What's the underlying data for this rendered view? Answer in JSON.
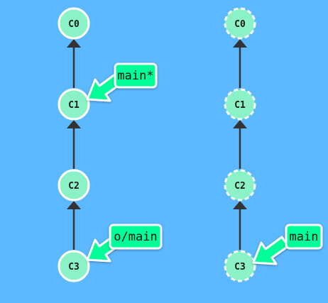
{
  "colors": {
    "background": "#5cb8ff",
    "node_fill": "#8af2c6",
    "node_stroke": "#ffffff",
    "edge": "#333333",
    "ref_fill": "#00ff99",
    "ref_stroke": "#ffffff"
  },
  "local_repo": {
    "commits": [
      {
        "id": "C0"
      },
      {
        "id": "C1"
      },
      {
        "id": "C2"
      },
      {
        "id": "C3"
      }
    ],
    "edges": [
      {
        "from": "C1",
        "to": "C0"
      },
      {
        "from": "C2",
        "to": "C1"
      },
      {
        "from": "C3",
        "to": "C2"
      }
    ],
    "branches": [
      {
        "name": "main*",
        "target": "C1"
      },
      {
        "name": "o/main",
        "target": "C3"
      }
    ]
  },
  "remote_repo": {
    "commits": [
      {
        "id": "C0"
      },
      {
        "id": "C1"
      },
      {
        "id": "C2"
      },
      {
        "id": "C3"
      }
    ],
    "edges": [
      {
        "from": "C1",
        "to": "C0"
      },
      {
        "from": "C2",
        "to": "C1"
      },
      {
        "from": "C3",
        "to": "C2"
      }
    ],
    "branches": [
      {
        "name": "main",
        "target": "C3"
      }
    ]
  }
}
